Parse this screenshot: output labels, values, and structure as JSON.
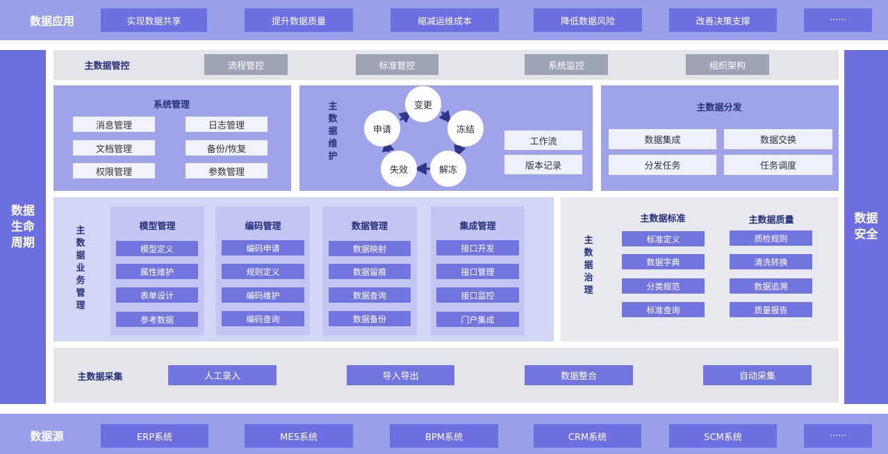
{
  "apps": {
    "title": "数据应用",
    "items": [
      "实现数据共享",
      "提升数据质量",
      "缩减运维成本",
      "降低数据风险",
      "改善决策支撑",
      "······"
    ]
  },
  "sources": {
    "title": "数据源",
    "items": [
      "ERP系统",
      "MES系统",
      "BPM系统",
      "CRM系统",
      "SCM系统",
      "······"
    ]
  },
  "left_side": "数据生命周期",
  "right_side": "数据安全",
  "control": {
    "title": "主数据管控",
    "items": [
      "流程管控",
      "标准管控",
      "系统监控",
      "组织架构"
    ]
  },
  "system_mgmt": {
    "title": "系统管理",
    "items": [
      "消息管理",
      "日志管理",
      "文档管理",
      "备份/恢复",
      "权限管理",
      "参数管理"
    ]
  },
  "maintenance": {
    "title": "主数据维护",
    "cycle": [
      "变更",
      "冻结",
      "解冻",
      "失效",
      "申请"
    ],
    "side_items": [
      "工作流",
      "版本记录"
    ]
  },
  "distribution": {
    "title": "主数据分发",
    "items": [
      "数据集成",
      "数据交换",
      "分发任务",
      "任务调度"
    ]
  },
  "business": {
    "title": "主数据业务管理",
    "columns": [
      {
        "title": "模型管理",
        "items": [
          "模型定义",
          "属性维护",
          "表单设计",
          "参考数据"
        ]
      },
      {
        "title": "编码管理",
        "items": [
          "编码申请",
          "规则定义",
          "编码维护",
          "编码查询"
        ]
      },
      {
        "title": "数据管理",
        "items": [
          "数据映射",
          "数据留痕",
          "数据查询",
          "数据备份"
        ]
      },
      {
        "title": "集成管理",
        "items": [
          "接口开发",
          "接口管理",
          "接口监控",
          "门户集成"
        ]
      }
    ]
  },
  "governance": {
    "title": "主数据治理",
    "columns": [
      {
        "title": "主数据标准",
        "items": [
          "标准定义",
          "数据字典",
          "分类规范",
          "标准查询"
        ]
      },
      {
        "title": "主数据质量",
        "items": [
          "质检规则",
          "清洗转换",
          "数据追溯",
          "质量报告"
        ]
      }
    ]
  },
  "collection": {
    "title": "主数据采集",
    "items": [
      "人工录入",
      "导入导出",
      "数据整合",
      "自动采集"
    ]
  }
}
